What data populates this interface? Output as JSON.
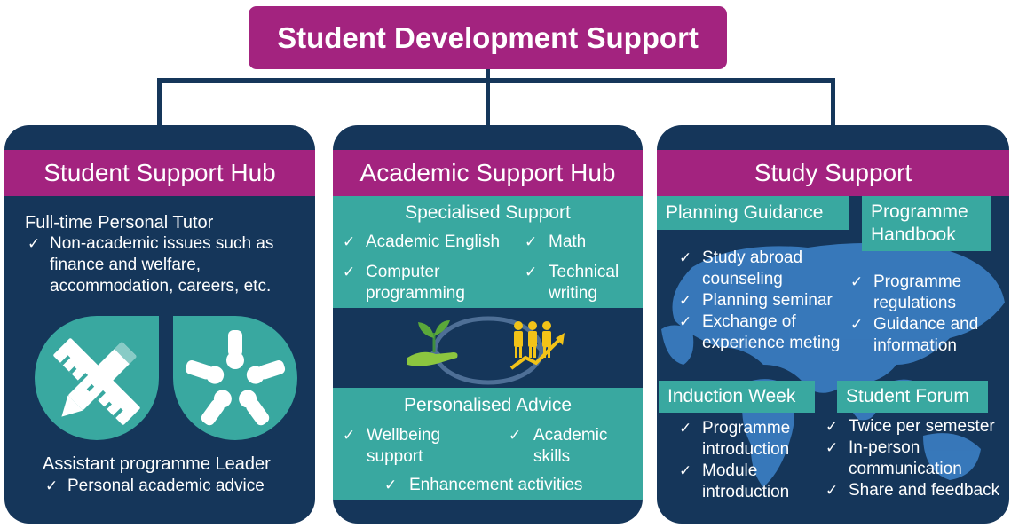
{
  "title": "Student Development Support",
  "colors": {
    "magenta": "#a3237f",
    "navy": "#15365a",
    "teal": "#39a8a0",
    "map": "#3b7fc4"
  },
  "student_support_hub": {
    "title": "Student Support Hub",
    "tutor_heading": "Full-time Personal Tutor",
    "tutor_items": [
      "Non-academic issues such as",
      "finance and welfare,",
      "accommodation, careers, etc."
    ],
    "icons": [
      "pencil-ruler-icon",
      "hands-teamwork-icon"
    ],
    "leader_heading": "Assistant programme Leader",
    "leader_items": [
      "Personal academic advice"
    ]
  },
  "academic_support_hub": {
    "title": "Academic Support Hub",
    "specialised": {
      "heading": "Specialised Support",
      "items": [
        "Academic English",
        "Math",
        "Computer",
        "programming",
        "Technical",
        "writing"
      ]
    },
    "icons": [
      "plant-hand-icon",
      "growth-people-icon"
    ],
    "personalised": {
      "heading": "Personalised Advice",
      "items": [
        "Wellbeing",
        "support",
        "Academic",
        "skills",
        "Enhancement activities"
      ]
    }
  },
  "study_support": {
    "title": "Study Support",
    "planning": {
      "heading": "Planning Guidance",
      "items": [
        "Study abroad",
        "counseling",
        "Planning seminar",
        "Exchange of",
        "experience meting"
      ]
    },
    "handbook": {
      "heading_line1": "Programme",
      "heading_line2": "Handbook",
      "items": [
        "Programme",
        "regulations",
        "Guidance and",
        "information"
      ]
    },
    "induction": {
      "heading": "Induction Week",
      "items": [
        "Programme",
        "introduction",
        "Module",
        "introduction"
      ]
    },
    "forum": {
      "heading": "Student Forum",
      "items": [
        "Twice per semester",
        "In-person",
        "communication",
        "Share and feedback"
      ]
    }
  },
  "check_mark": "✓"
}
